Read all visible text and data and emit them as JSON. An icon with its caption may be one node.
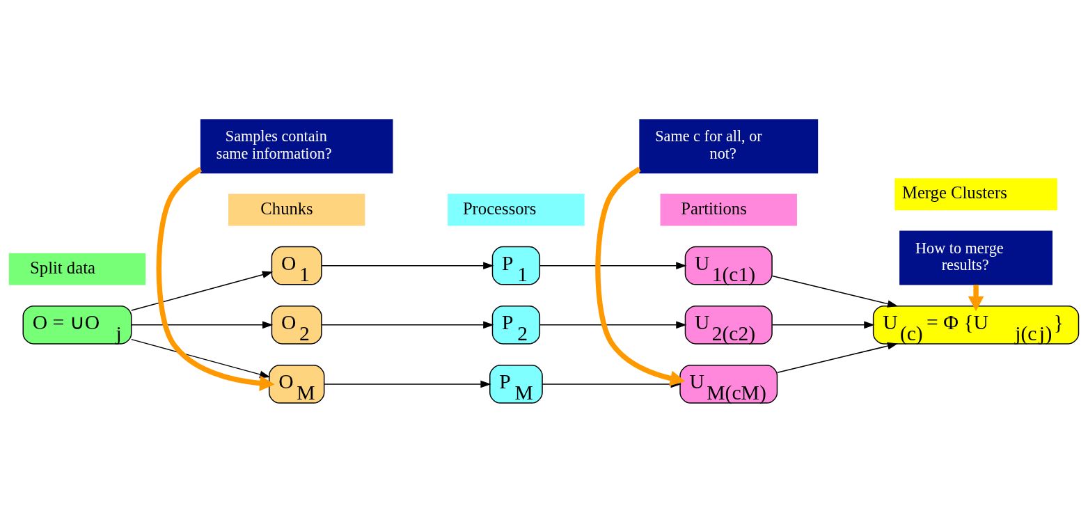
{
  "diagram": {
    "nodes": [
      {
        "text": [
          "Split data"
        ]
      },
      {
        "text": [
          "Chunks"
        ]
      },
      {
        "text": [
          "Processors"
        ]
      },
      {
        "text": [
          "Partitions"
        ]
      },
      {
        "text": [
          "Merge Clusters"
        ]
      },
      {
        "text": [
          "O = ∪O$_{j}$"
        ]
      },
      {
        "text": [
          "O$_{1}$"
        ]
      },
      {
        "text": [
          "P$_{1}$"
        ]
      },
      {
        "text": [
          "U$_{1(c1)}$"
        ]
      },
      {
        "text": [
          "O$_{2}$"
        ]
      },
      {
        "text": [
          "P$_{2}$"
        ]
      },
      {
        "text": [
          "U$_{2(c2)}$"
        ]
      },
      {
        "text": [
          "U$_{(c)}$ = Φ {U$_{j(c}$$_{j}$$_{)}$}"
        ]
      },
      {
        "text": [
          "O$_{M}$"
        ]
      },
      {
        "text": [
          "P$_{M}$"
        ]
      },
      {
        "text": [
          "U$_{M(cM)}$"
        ]
      },
      {
        "text": [
          "Samples contain same information?"
        ]
      },
      {
        "text": [
          "Same c for all, or not?"
        ]
      },
      {
        "text": [
          "How to merge results?"
        ]
      }
    ],
    "edges": [
      {
        "from": 5,
        "to": 6,
        "arrow": "to"
      },
      {
        "from": 5,
        "to": 9,
        "arrow": "to"
      },
      {
        "from": 5,
        "to": 13,
        "arrow": "to"
      },
      {
        "from": 6,
        "to": 7,
        "arrow": "to"
      },
      {
        "from": 7,
        "to": 8,
        "arrow": "to"
      },
      {
        "from": 9,
        "to": 10,
        "arrow": "to"
      },
      {
        "from": 10,
        "to": 11,
        "arrow": "to"
      },
      {
        "from": 13,
        "to": 14,
        "arrow": "to"
      },
      {
        "from": 14,
        "to": 15,
        "arrow": "to"
      },
      {
        "from": 8,
        "to": 12,
        "arrow": "to"
      },
      {
        "from": 11,
        "to": 12,
        "arrow": "to"
      },
      {
        "from": 15,
        "to": 12,
        "arrow": "to"
      },
      {
        "from": 16,
        "to": 13,
        "arrow": "to",
        "style": "thick",
        "color": "#ff9900"
      },
      {
        "from": 17,
        "to": 15,
        "arrow": "to",
        "style": "thick",
        "color": "#ff9900"
      },
      {
        "from": 18,
        "to": 12,
        "arrow": "to",
        "style": "thick",
        "color": "#ff9900"
      }
    ]
  }
}
